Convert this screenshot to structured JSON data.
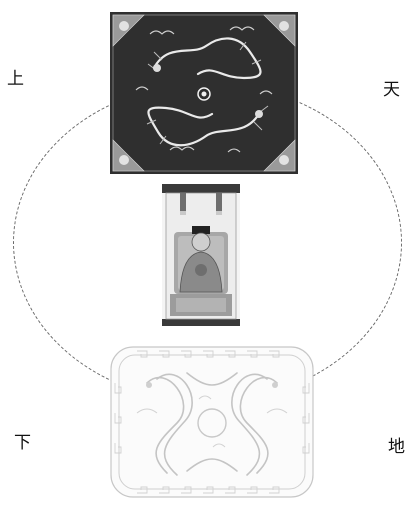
{
  "labels": {
    "top_left": "上",
    "top_right": "天",
    "bottom_left": "下",
    "bottom_right": "地"
  },
  "colors": {
    "ink": "#111111",
    "dashed_ring": "#6a6a6a",
    "embroidery_ground": "#2f2f2f",
    "embroidery_thread": "#e6e6e6",
    "carving_line": "#bdbdbd",
    "portrait_robe": "#8a8a8a"
  },
  "icons": {
    "embroidery": "dragon-embroidery-panel-icon",
    "portrait": "emperor-portrait-scroll-icon",
    "carving": "carved-dragon-plaque-icon"
  }
}
